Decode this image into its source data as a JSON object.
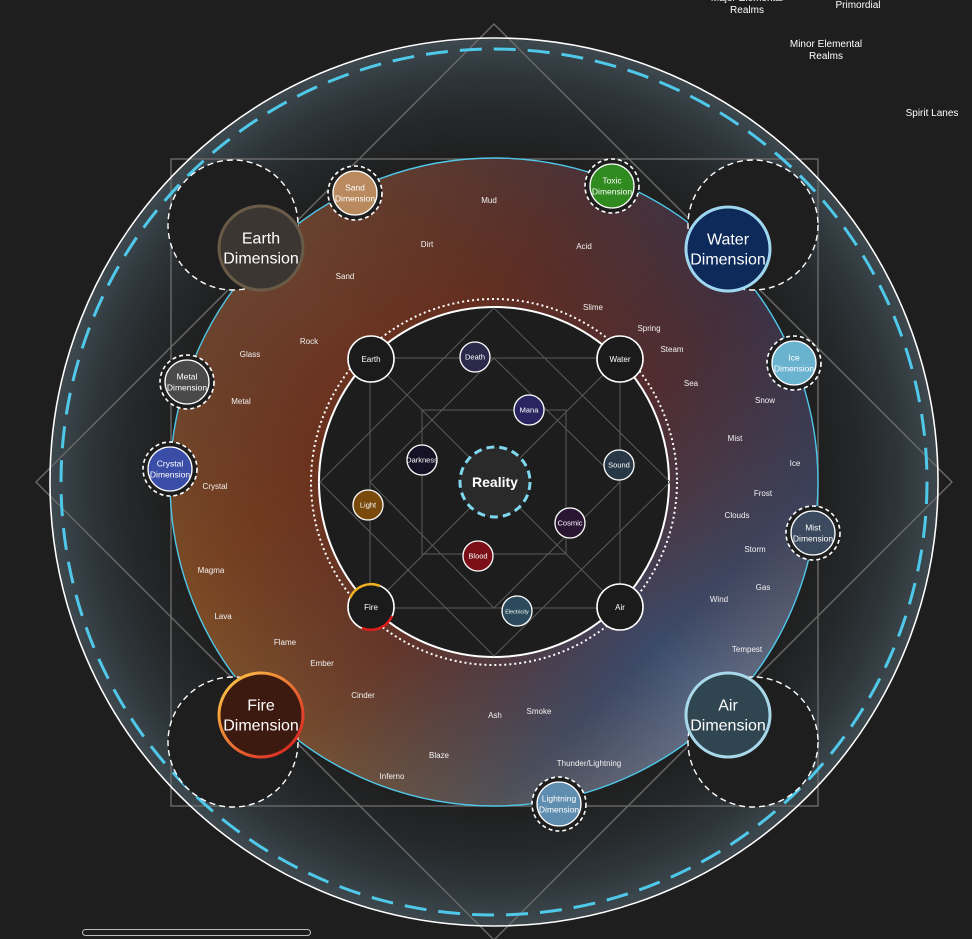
{
  "legend": {
    "major_elemental_realms": "Major Elemental\nRealms",
    "primordial": "Primordial",
    "minor_elemental_realms": "Minor Elemental\nRealms",
    "spirit_lanes": "Spirit Lanes"
  },
  "center": {
    "label": "Reality"
  },
  "primordial_nodes": [
    {
      "id": "earth",
      "label": "Earth",
      "fill": "#1b1b1b",
      "ring": "#ffffff"
    },
    {
      "id": "water",
      "label": "Water",
      "fill": "#1b1b1b",
      "ring": "#ffffff"
    },
    {
      "id": "fire",
      "label": "Fire",
      "fill": "#1b1b1b",
      "ring": "#ffffff"
    },
    {
      "id": "air",
      "label": "Air",
      "fill": "#1b1b1b",
      "ring": "#ffffff"
    }
  ],
  "inner_nodes": [
    {
      "id": "death",
      "label": "Death",
      "fill": "#2c2a4a"
    },
    {
      "id": "mana",
      "label": "Mana",
      "fill": "#2a2560"
    },
    {
      "id": "darkness",
      "label": "Darkness",
      "fill": "#151225"
    },
    {
      "id": "sound",
      "label": "Sound",
      "fill": "#283846"
    },
    {
      "id": "light",
      "label": "Light",
      "fill": "#7a4a0c"
    },
    {
      "id": "cosmic",
      "label": "Cosmic",
      "fill": "#2a1533"
    },
    {
      "id": "blood",
      "label": "Blood",
      "fill": "#7a0f18"
    },
    {
      "id": "electricity",
      "label": "Electricity",
      "fill": "#2b4b5c"
    }
  ],
  "major_realms": [
    {
      "id": "earth-dimension",
      "label": "Earth\nDimension",
      "fill": "#3b3632",
      "ring": "#6a5a48"
    },
    {
      "id": "water-dimension",
      "label": "Water\nDimension",
      "fill": "#0d2a5a",
      "ring": "#9fd6f0"
    },
    {
      "id": "fire-dimension",
      "label": "Fire\nDimension",
      "fill": "#3d1a10",
      "ring": "#f0a020"
    },
    {
      "id": "air-dimension",
      "label": "Air\nDimension",
      "fill": "#2f4650",
      "ring": "#a8d8ea"
    }
  ],
  "minor_realms": [
    {
      "id": "sand-dimension",
      "label": "Sand\nDimension",
      "fill": "#b88a5e"
    },
    {
      "id": "toxic-dimension",
      "label": "Toxic\nDimension",
      "fill": "#2f8a1f"
    },
    {
      "id": "metal-dimension",
      "label": "Metal\nDimension",
      "fill": "#4a4a4a"
    },
    {
      "id": "ice-dimension",
      "label": "Ice\nDimension",
      "fill": "#6ab3cf"
    },
    {
      "id": "crystal-dimension",
      "label": "Crystal\nDimension",
      "fill": "#3a4ea8"
    },
    {
      "id": "mist-dimension",
      "label": "Mist\nDimension",
      "fill": "#3b4a5e"
    },
    {
      "id": "lightning-dimension",
      "label": "Lightning\nDimension",
      "fill": "#5f8db0"
    }
  ],
  "lane_words": [
    "Mud",
    "Dirt",
    "Acid",
    "Sand",
    "Slime",
    "Spring",
    "Steam",
    "Rock",
    "Glass",
    "Sea",
    "Metal",
    "Snow",
    "Mist",
    "Ice",
    "Crystal",
    "Frost",
    "Clouds",
    "Storm",
    "Magma",
    "Gas",
    "Wind",
    "Lava",
    "Flame",
    "Tempest",
    "Ember",
    "Cinder",
    "Smoke",
    "Ash",
    "Blaze",
    "Thunder/Lightning",
    "Inferno"
  ],
  "colors": {
    "background": "#1e1e1e",
    "cyan_accent": "#4fc8ea",
    "ring_white": "#ffffff",
    "grid_line": "#6a6a6a"
  }
}
